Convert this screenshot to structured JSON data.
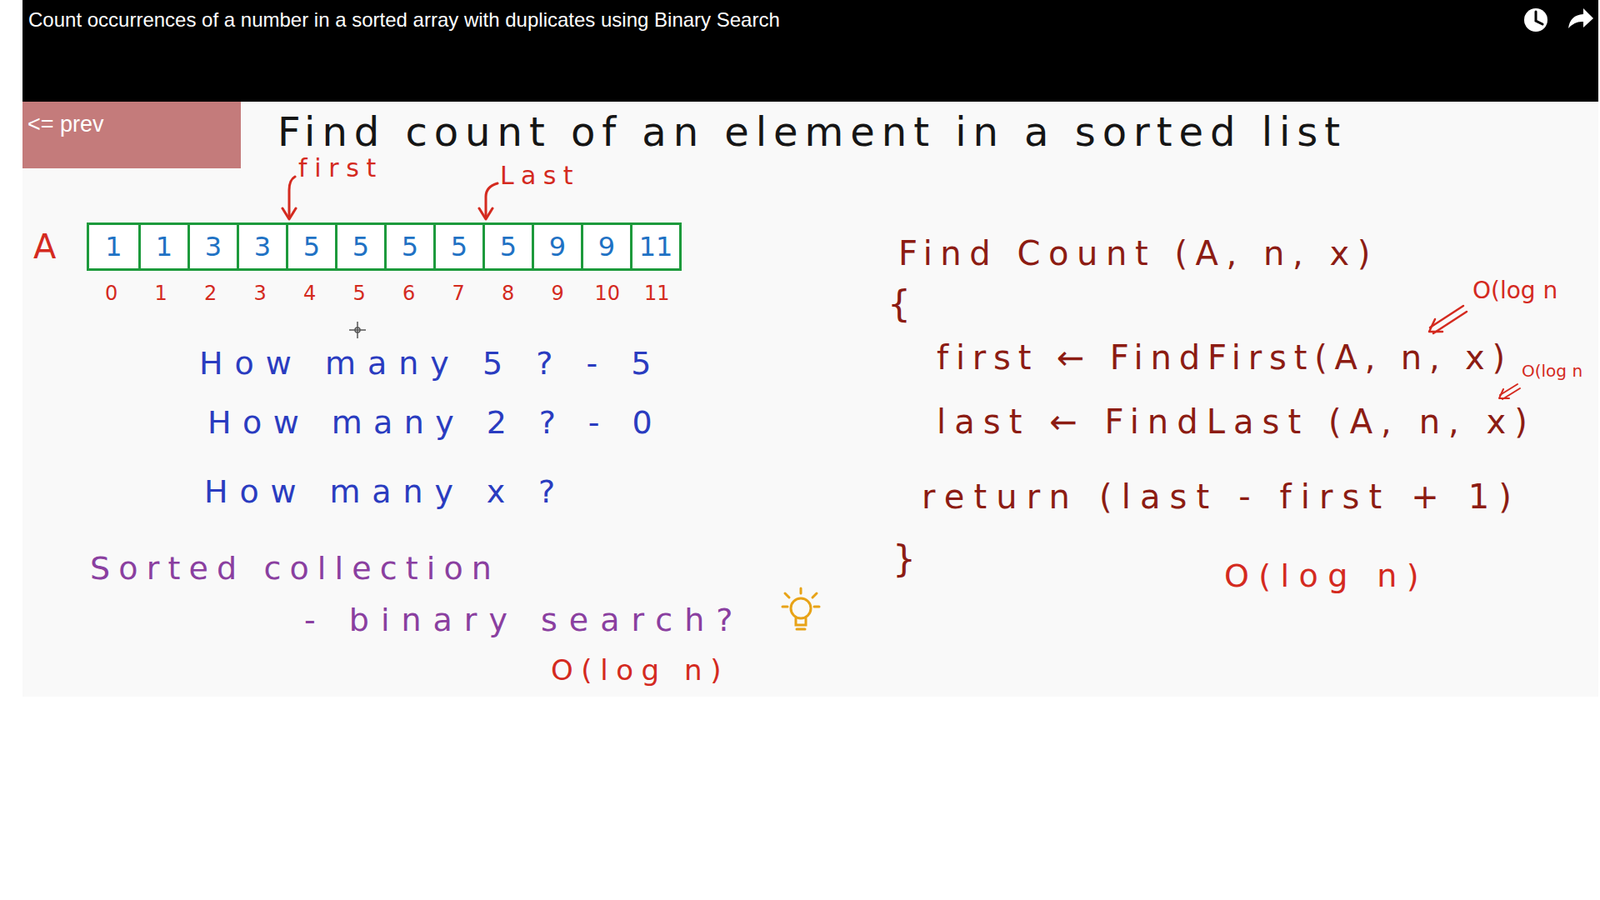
{
  "diagram": {
    "title": "Count occurrences of a number in a sorted array with duplicates using Binary Search",
    "nodes": [
      {
        "text": [
          "<= prev"
        ]
      },
      {
        "text": [
          "A"
        ]
      },
      {
        "text": [
          "1"
        ],
        "in": 1
      },
      {
        "text": [
          "1"
        ],
        "in": 1
      },
      {
        "text": [
          "3"
        ],
        "in": 1
      },
      {
        "text": [
          "3"
        ],
        "in": 1
      },
      {
        "text": [
          "5"
        ],
        "in": 1
      },
      {
        "text": [
          "5"
        ],
        "in": 1
      },
      {
        "text": [
          "5"
        ],
        "in": 1
      },
      {
        "text": [
          "5"
        ],
        "in": 1
      },
      {
        "text": [
          "5"
        ],
        "in": 1
      },
      {
        "text": [
          "9"
        ],
        "in": 1
      },
      {
        "text": [
          "9"
        ],
        "in": 1
      },
      {
        "text": [
          "11"
        ],
        "in": 1
      }
    ],
    "labels": [
      "Find count of an element in a sorted list",
      "first",
      "Last",
      "0",
      "1",
      "2",
      "3",
      "4",
      "5",
      "6",
      "7",
      "8",
      "9",
      "10",
      "11",
      "How many 5 ? - 5",
      "How many 2 ? - 0",
      "How many x ?",
      "Sorted collection",
      "- binary search?",
      "O(log n)",
      "Find Count (A, n, x)",
      "{",
      "first ← FindFirst(A, n, x)",
      "O(log n",
      "O(log n",
      "last ← FindLast (A, n, x)",
      "return (last - first + 1)",
      "}",
      "O(log n)"
    ]
  }
}
